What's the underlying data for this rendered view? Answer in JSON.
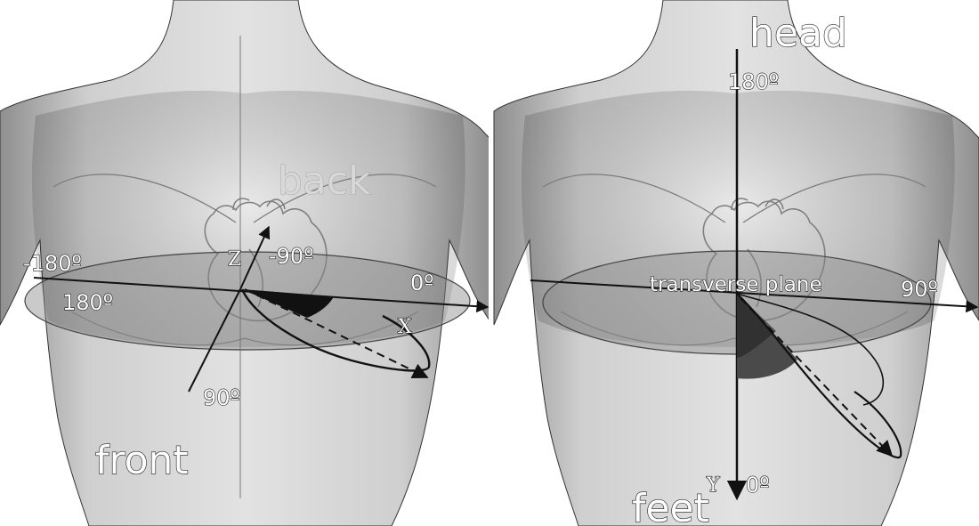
{
  "left_panel": {
    "back_label": "back",
    "front_label": "front",
    "z_axis_label": "Z",
    "x_axis_label": "X",
    "angle_neg180": "-180º",
    "angle_180": "180º",
    "angle_neg90": "-90º",
    "angle_0": "0º",
    "angle_90": "90º"
  },
  "right_panel": {
    "head_label": "head",
    "feet_label": "feet",
    "y_axis_label": "Y",
    "plane_label": "transverse plane",
    "angle_180": "180º",
    "angle_90": "90º",
    "angle_0": "0º"
  },
  "colors": {
    "background": "#ffffff",
    "skin_base": "#c9c9c9",
    "skin_light": "#e6e6e6",
    "skin_shadow": "#8a8a8a",
    "plane_fill": "#9a9a9a",
    "axis_line": "#111111",
    "sector_fill": "#111111"
  }
}
